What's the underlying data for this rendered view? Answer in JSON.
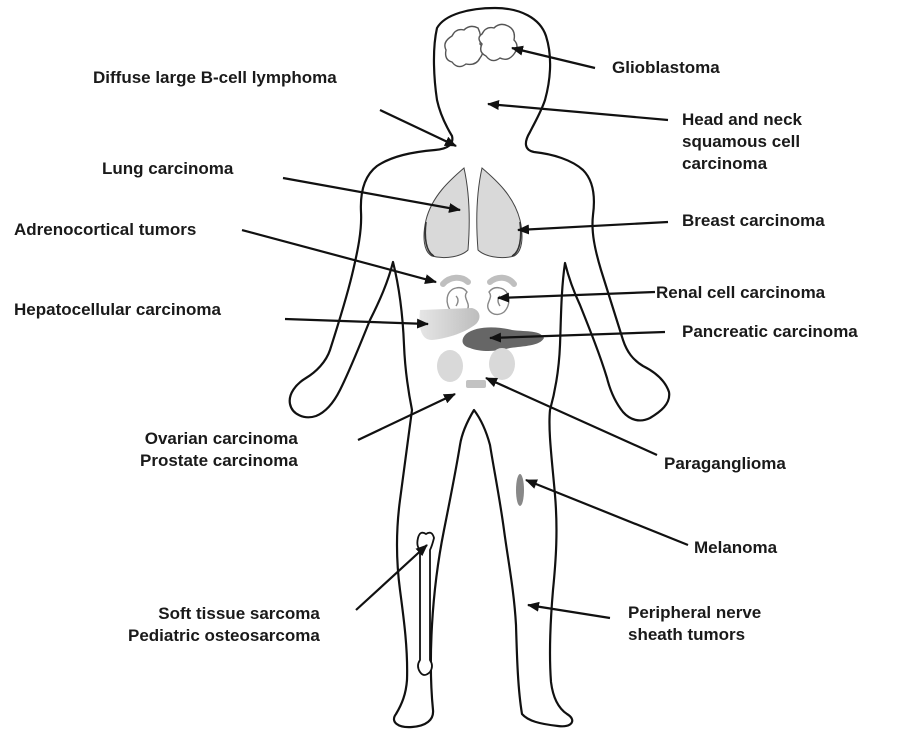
{
  "diagram": {
    "labels": {
      "glioblastoma": "Glioblastoma",
      "dlbcl": "Diffuse large B-cell lymphoma",
      "head_neck": [
        "Head and neck",
        "squamous cell",
        "carcinoma"
      ],
      "lung": "Lung carcinoma",
      "breast": "Breast carcinoma",
      "adrenocortical": "Adrenocortical tumors",
      "renal": "Renal cell carcinoma",
      "hepatocellular": "Hepatocellular carcinoma",
      "pancreatic": "Pancreatic carcinoma",
      "ovarian_prostate": [
        "Ovarian carcinoma",
        "Prostate carcinoma"
      ],
      "paraganglioma": "Paraganglioma",
      "melanoma": "Melanoma",
      "soft_tissue": [
        "Soft tissue sarcoma",
        "Pediatric osteosarcoma"
      ],
      "peripheral_nerve": [
        "Peripheral nerve",
        "sheath tumors"
      ]
    },
    "colors": {
      "outline": "#111111",
      "organ_light": "#d9d9d9",
      "organ_mid": "#bfbfbf",
      "pancreas": "#666666",
      "text": "#1a1a1a"
    }
  }
}
